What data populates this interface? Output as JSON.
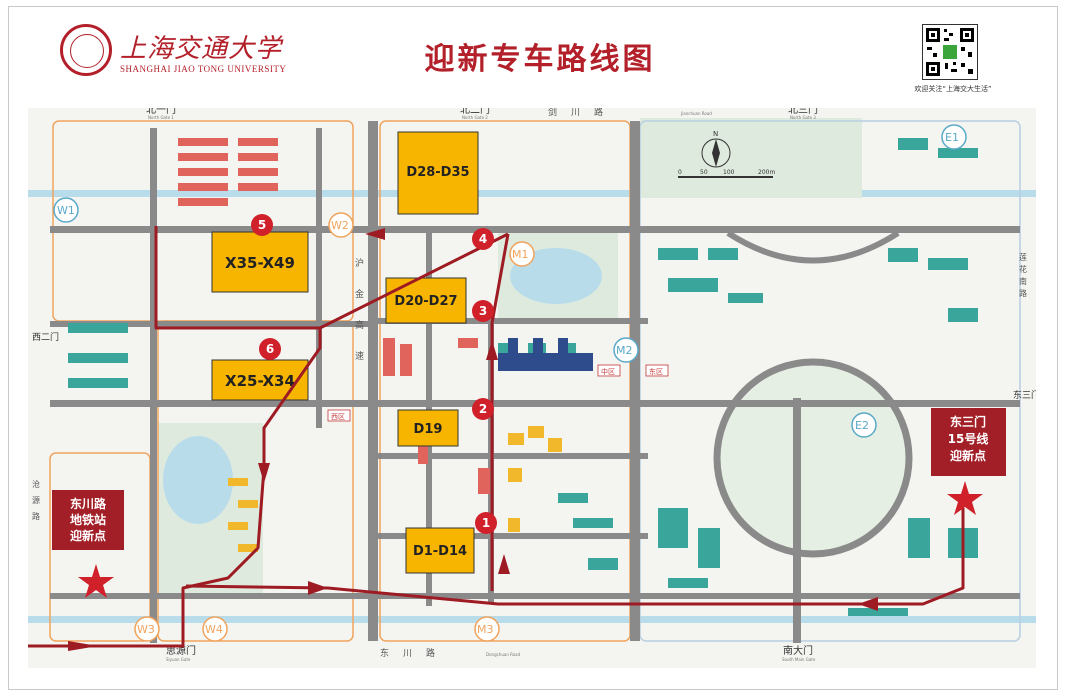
{
  "header": {
    "logo_cn": "上海交通大学",
    "logo_en": "SHANGHAI JIAO TONG UNIVERSITY",
    "title": "迎新专车路线图",
    "qr_caption": "欢迎关注“上海交大生活”"
  },
  "gates": {
    "north1": "北一门",
    "north1_en": "North Gate 1",
    "north2": "北二门",
    "north2_en": "North Gate 2",
    "north3": "北三门",
    "north3_en": "North Gate 3",
    "west2": "西二门",
    "east3": "东三门",
    "south": "南大门",
    "south_en": "South Main Gate",
    "siyuan": "思源门",
    "siyuan_en": "Siyuan Gate"
  },
  "roads": {
    "jianchuan": "剑川路",
    "jianchuan_en": "Jianchuan Road",
    "hujingao": "沪金高速",
    "dongchuan": "东川路",
    "dongchuan_en": "Dongchuan Road",
    "lianhuananlu": "莲花南路",
    "cangyuanlu": "沧源路"
  },
  "zones": {
    "w1": "W1",
    "w2": "W2",
    "w3": "W3",
    "w4": "W4",
    "m1": "M1",
    "m2": "M2",
    "m3": "M3",
    "e1": "E1",
    "e2": "E2",
    "zhongqu": "中区",
    "dongqu": "东区",
    "xiqu": "西区"
  },
  "dorms": {
    "d28": "D28-D35",
    "d20": "D20-D27",
    "d19": "D19",
    "d1": "D1-D14",
    "x35": "X35-X49",
    "x25": "X25-X34"
  },
  "stops": [
    "1",
    "2",
    "3",
    "4",
    "5",
    "6"
  ],
  "points": {
    "west_pickup": "东川路\n地铁站\n迎新点",
    "west_line1": "东川路",
    "west_line2": "地铁站",
    "west_line3": "迎新点",
    "east_line1": "东三门",
    "east_line2": "15号线",
    "east_line3": "迎新点"
  },
  "compass": {
    "north": "N",
    "scale_0": "0",
    "scale_50": "50",
    "scale_100": "100",
    "scale_200": "200m"
  },
  "colors": {
    "brand": "#b3202a",
    "route": "#9e1b23",
    "dorm_fill": "#f7b500",
    "zone_outline": "#f0a35c",
    "building": "#3aa59a",
    "road": "#8a8a8a",
    "water": "#b9dcea",
    "green": "#dfeade"
  }
}
